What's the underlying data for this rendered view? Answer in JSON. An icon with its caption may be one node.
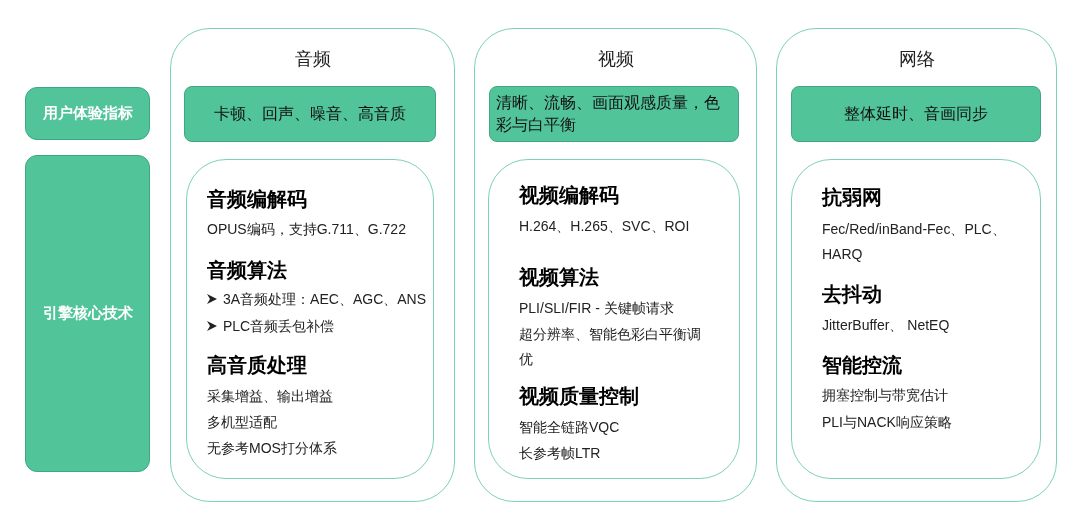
{
  "diagram": {
    "nodes": [
      {
        "text": [
          "用户体验指标"
        ]
      },
      {
        "text": [
          "引擎核心技术"
        ]
      },
      {
        "text": [
          "音频"
        ]
      },
      {
        "text": [
          "卡顿、回声、噪音、高音质"
        ],
        "in": 2
      },
      {
        "text": [
          "音频编解码",
          "OPUS编码，支持G.711、G.722",
          "音频算法",
          "3A音频处理：AEC、AGC、ANS",
          "PLC音频丢包补偿",
          "高音质处理",
          "采集增益、输出增益",
          "多机型适配",
          "无参考MOS打分体系"
        ],
        "in": 2
      },
      {
        "text": [
          "视频"
        ]
      },
      {
        "text": [
          "清晰、流畅、画面观感质量，色彩与白平衡"
        ],
        "in": 5
      },
      {
        "text": [
          "视频编解码",
          "H.264、H.265、SVC、ROI",
          "视频算法",
          "PLI/SLI/FIR - 关键帧请求",
          "超分辨率、智能色彩白平衡调优",
          "视频质量控制",
          "智能全链路VQC",
          "长参考帧LTR"
        ],
        "in": 5
      },
      {
        "text": [
          "网络"
        ]
      },
      {
        "text": [
          "整体延时、音画同步"
        ],
        "in": 8
      },
      {
        "text": [
          "抗弱网",
          "Fec/Red/inBand-Fec、PLC、HARQ",
          "去抖动",
          "JitterBuffer、 NetEQ",
          "智能控流",
          "拥塞控制与带宽估计",
          "PLI与NACK响应策略"
        ],
        "in": 8
      }
    ],
    "edges": []
  }
}
